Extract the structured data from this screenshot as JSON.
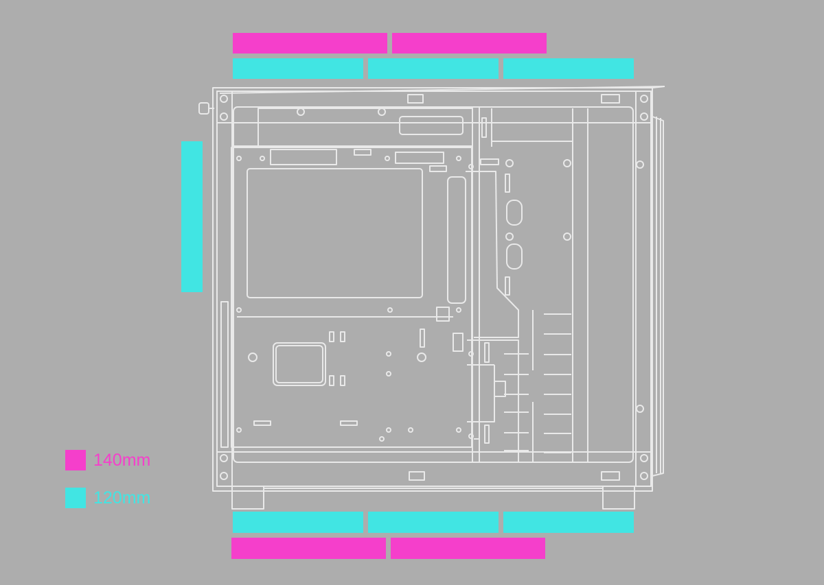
{
  "legend": {
    "items": [
      {
        "label": "140mm",
        "color": "#f53fcb"
      },
      {
        "label": "120mm",
        "color": "#41e5e3"
      }
    ]
  },
  "fan_mounts": {
    "top": {
      "rows": [
        {
          "size": "140mm",
          "count": 2
        },
        {
          "size": "120mm",
          "count": 3
        }
      ]
    },
    "bottom": {
      "rows": [
        {
          "size": "120mm",
          "count": 3
        },
        {
          "size": "140mm",
          "count": 2
        }
      ]
    },
    "rear": {
      "size": "120mm",
      "count": 1
    }
  },
  "case_drawing": {
    "line_color": "#e9e9e9",
    "background": "#adadad"
  }
}
